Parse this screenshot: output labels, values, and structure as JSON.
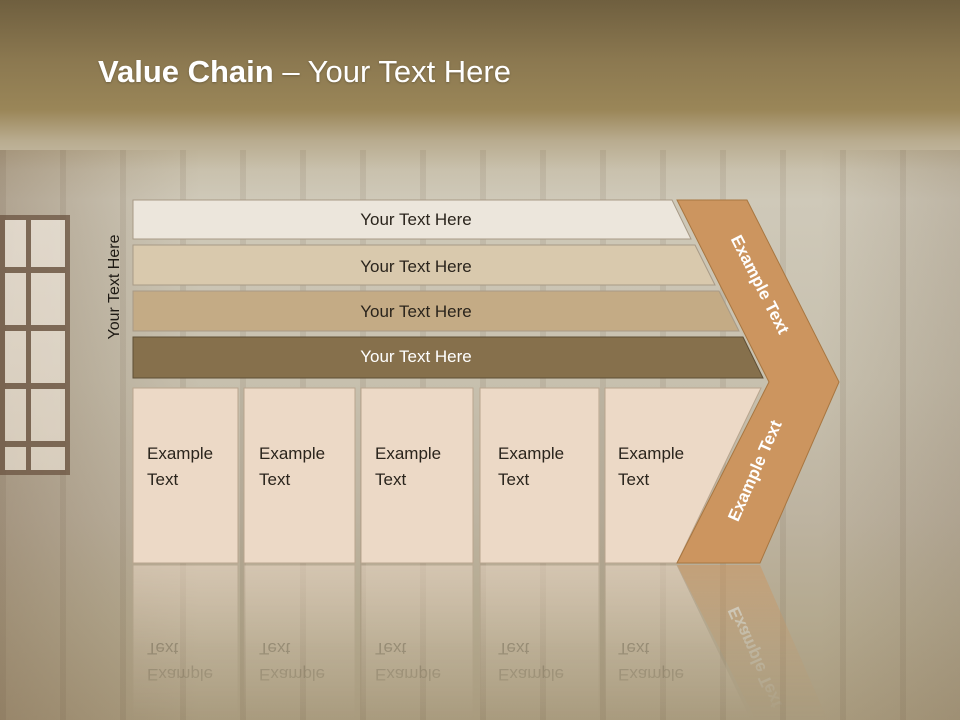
{
  "slide": {
    "title_bold": "Value Chain",
    "title_rest": " – Your Text Here",
    "side_label": "Your Text Here"
  },
  "bars": [
    {
      "label": "Your Text Here",
      "color": "#ece6dc",
      "text_color": "#2a241c"
    },
    {
      "label": "Your Text Here",
      "color": "#d9c9ad",
      "text_color": "#2a241c"
    },
    {
      "label": "Your Text Here",
      "color": "#c4ab85",
      "text_color": "#2a241c"
    },
    {
      "label": "Your Text Here",
      "color": "#86704c",
      "text_color": "#ffffff"
    }
  ],
  "boxes": [
    {
      "line1": "Example",
      "line2": "Text"
    },
    {
      "line1": "Example",
      "line2": "Text"
    },
    {
      "line1": "Example",
      "line2": "Text"
    },
    {
      "line1": "Example",
      "line2": "Text"
    },
    {
      "line1": "Example",
      "line2": "Text"
    }
  ],
  "chevron": {
    "upper_text": "Example Text",
    "lower_text": "Example Text",
    "color": "#cc955f"
  },
  "colors": {
    "box_fill": "#ecd9c6",
    "box_border": "#b9a58e"
  }
}
